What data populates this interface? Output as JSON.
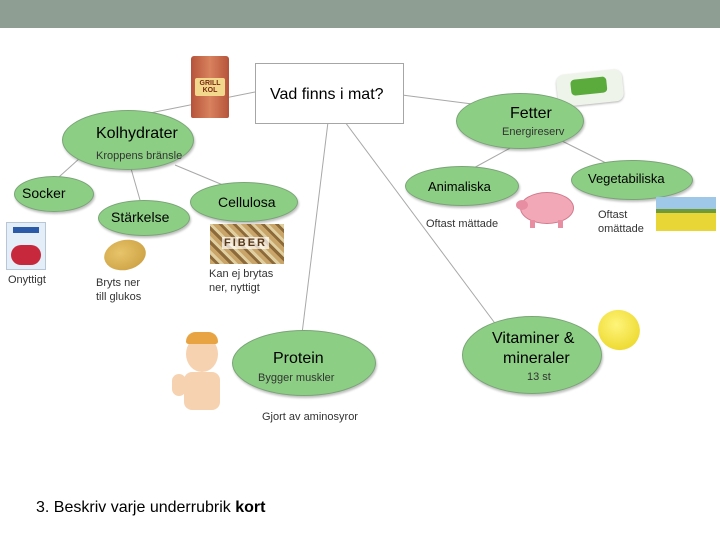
{
  "center": {
    "title": "Vad finns i mat?"
  },
  "kolhydrater": {
    "title": "Kolhydrater",
    "desc": "Kroppens bränsle",
    "socker": {
      "title": "Socker",
      "desc": "Onyttigt"
    },
    "starkelse": {
      "title": "Stärkelse",
      "desc_line1": "Bryts ner",
      "desc_line2": "till glukos"
    },
    "cellulosa": {
      "title": "Cellulosa",
      "desc_line1": "Kan ej brytas",
      "desc_line2": "ner, nyttigt"
    }
  },
  "fetter": {
    "title": "Fetter",
    "desc": "Energireserv",
    "animaliska": {
      "title": "Animaliska",
      "desc": "Oftast mättade"
    },
    "vegetabiliska": {
      "title": "Vegetabiliska",
      "desc_line1": "Oftast",
      "desc_line2": "omättade"
    }
  },
  "protein": {
    "title": "Protein",
    "desc": "Bygger muskler",
    "sub": "Gjort av aminosyror"
  },
  "vitaminer": {
    "title_line1": "Vitaminer &",
    "title_line2": "mineraler",
    "desc": "13 st"
  },
  "instruction": {
    "prefix": "3. Beskriv varje underrubrik ",
    "bold": "kort"
  },
  "images": {
    "grill_bag_label": "GRILL KOL",
    "fiber_label": "FIBER"
  },
  "colors": {
    "node_green": "#8ccf84",
    "topbar": "#8f9e93",
    "line": "#a8a8a8"
  }
}
